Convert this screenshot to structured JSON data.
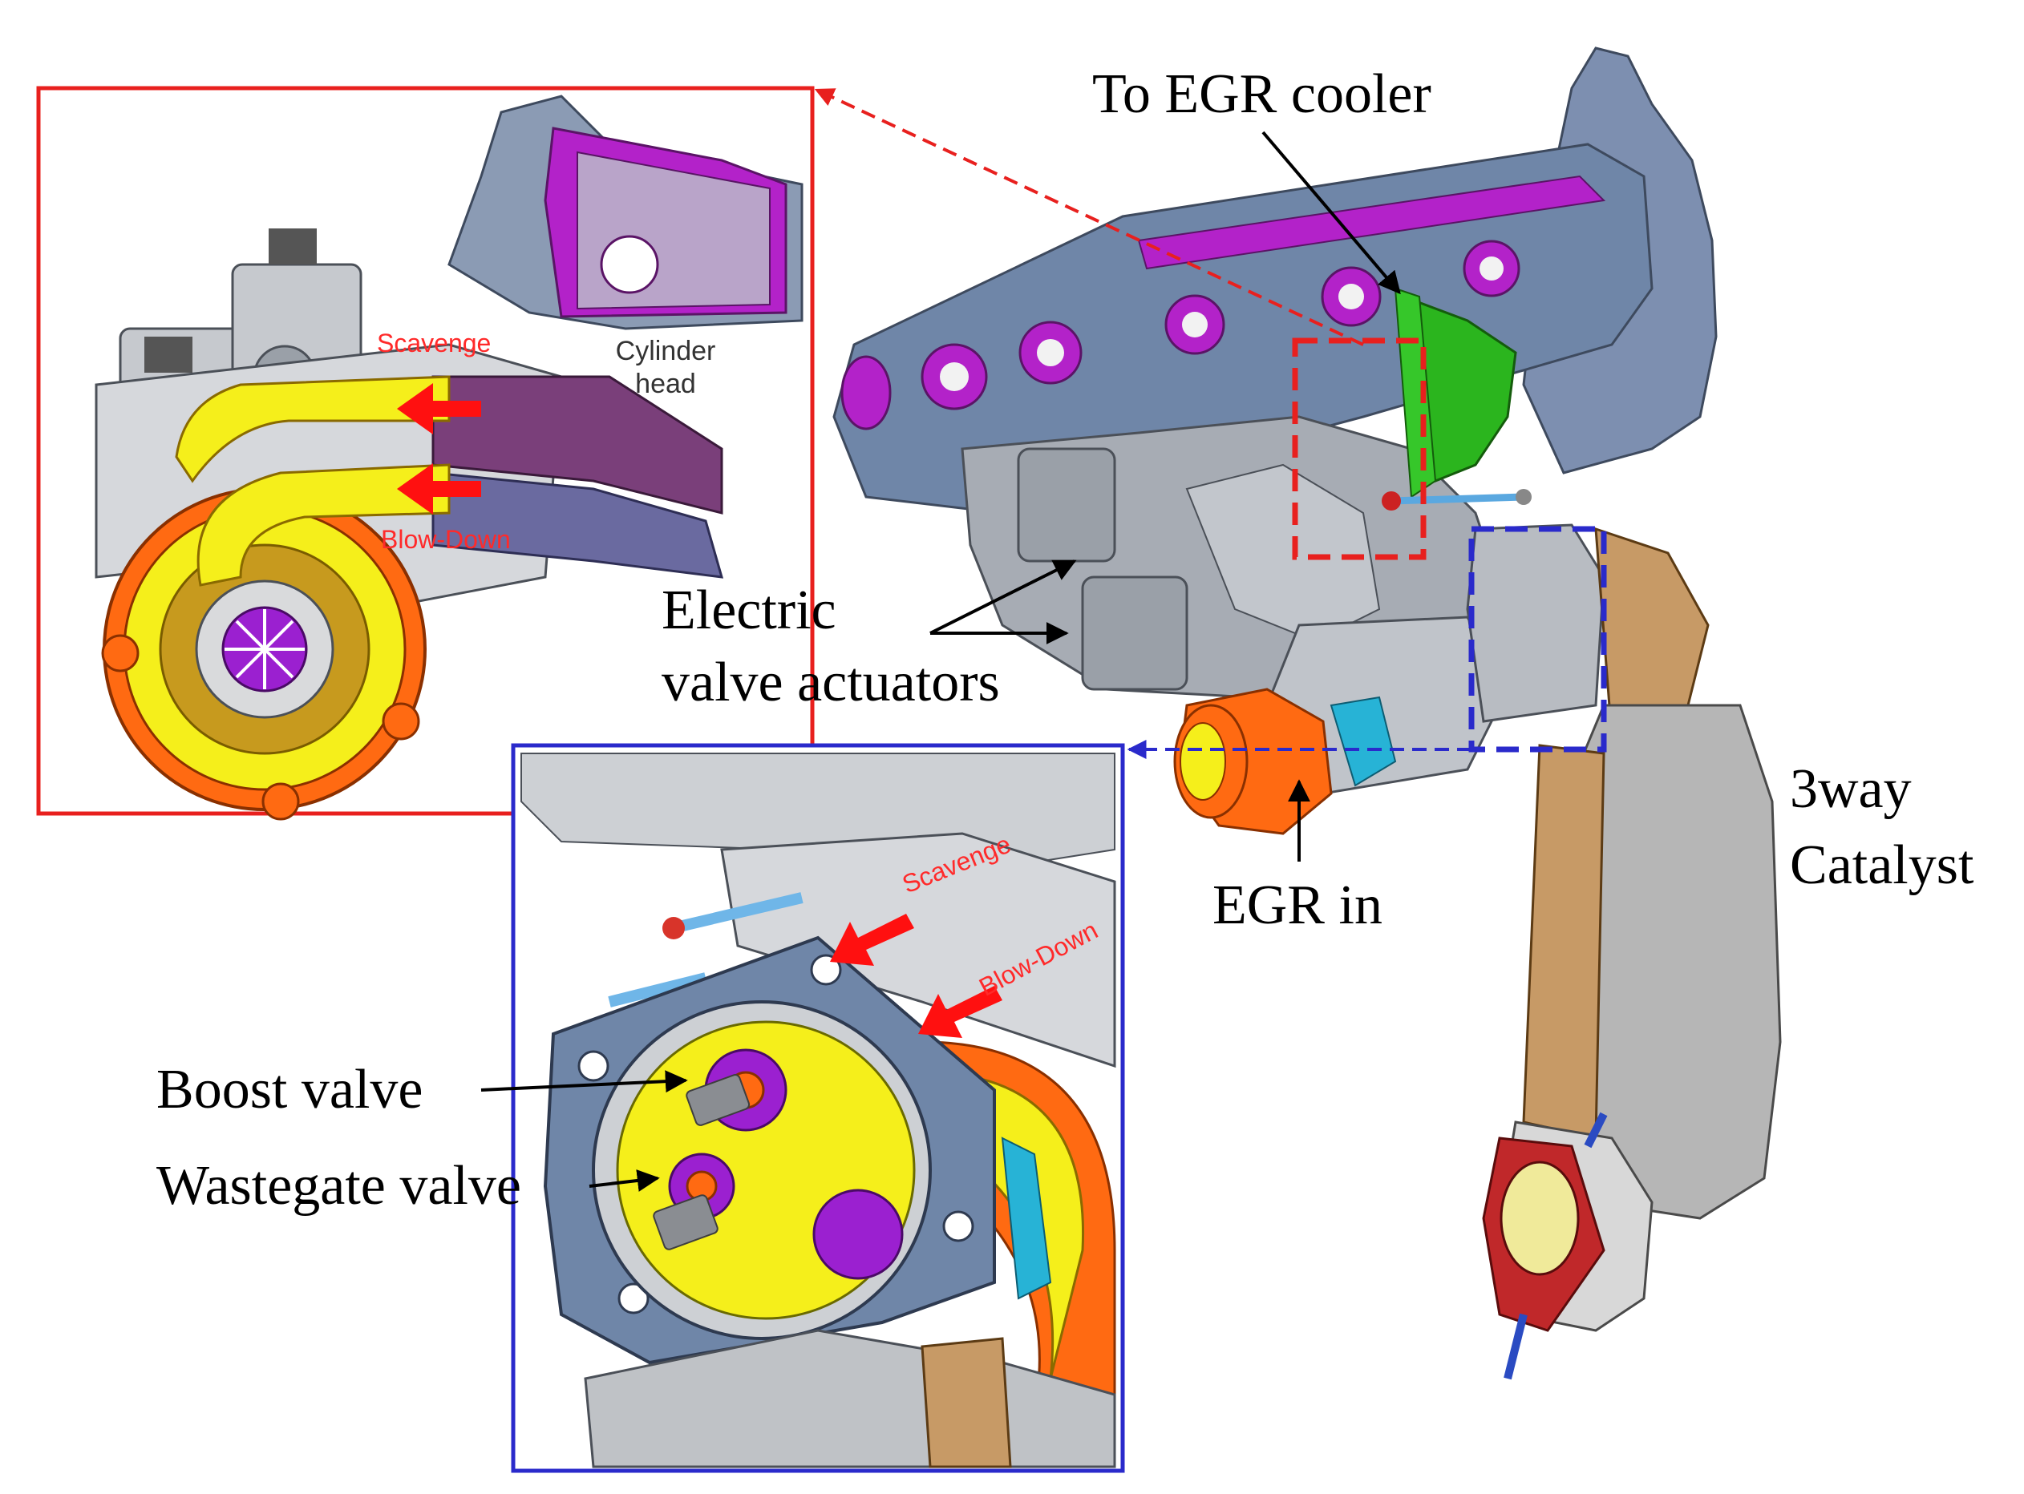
{
  "labels": {
    "to_egr_cooler": "To EGR cooler",
    "electric": "Electric",
    "valve_actuators": "valve actuators",
    "egr_in": "EGR in",
    "three_way": "3way",
    "catalyst": "Catalyst",
    "boost_valve": "Boost valve",
    "wastegate_valve": "Wastegate valve",
    "cylinder": "Cylinder",
    "head": "head",
    "scavenge": "Scavenge",
    "blow_down": "Blow-Down"
  },
  "colors": {
    "red_inset": "#e8201e",
    "blue_inset": "#2a2acb",
    "engine_body": "#6f86a8",
    "flange_purple": "#b322c9",
    "egr_green": "#2bb51e",
    "turbo_orange": "#ff6a12",
    "scroll_yellow": "#f5ef1b",
    "catalyst_grey": "#b6b6b6",
    "tan": "#c79a66"
  }
}
